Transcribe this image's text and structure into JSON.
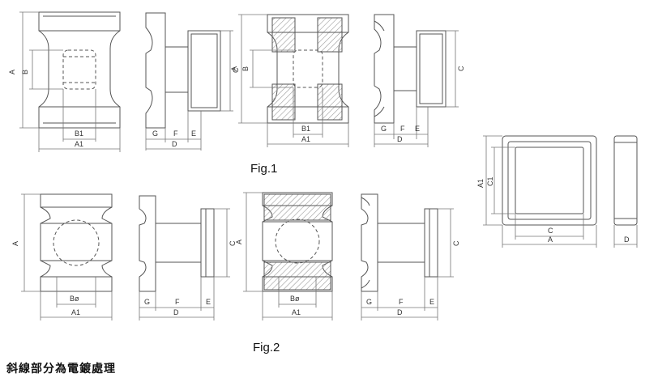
{
  "captions": {
    "fig1": "Fig.1",
    "fig2": "Fig.2"
  },
  "note": "斜線部分為電鍍處理",
  "dim": {
    "A": "A",
    "A1": "A1",
    "B": "B",
    "B1": "B1",
    "Bphi": "Bø",
    "C": "C",
    "C1": "C1",
    "D": "D",
    "E": "E",
    "F": "F",
    "G": "G"
  },
  "colors": {
    "line": "#555555",
    "dimline": "#777777",
    "hatch": "#999999",
    "text": "#333333"
  }
}
